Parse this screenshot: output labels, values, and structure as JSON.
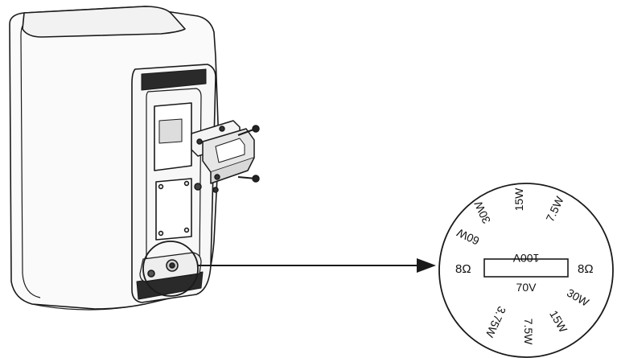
{
  "dial": {
    "top_row": {
      "w30": "30W",
      "w15": "15W",
      "w7_5": "7.5W",
      "w60": "60W"
    },
    "left_ohm": "8Ω",
    "right_ohm": "8Ω",
    "v100": "100V",
    "v70": "70V",
    "bottom_row": {
      "w30": "30W",
      "w15": "15W",
      "w7_5": "7.5W",
      "w3_75": "3.75W"
    }
  },
  "colors": {
    "line": "#1a1a1a",
    "background": "#ffffff"
  },
  "icons": {
    "speaker": "speaker-cabinet-icon",
    "bracket": "wall-bracket-icon",
    "arrow": "arrow-right-icon"
  }
}
